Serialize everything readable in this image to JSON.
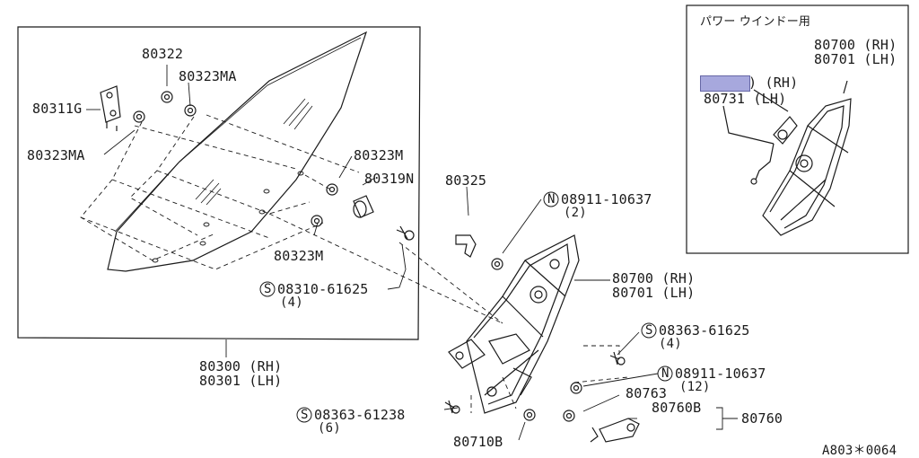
{
  "labels": {
    "p80322": "80322",
    "p80323MA_top": "80323MA",
    "p80311G": "80311G",
    "p80323MA_left": "80323MA",
    "p80323M_top": "80323M",
    "p80319N": "80319N",
    "p80323M_bottom": "80323M",
    "s08310": "08310-61625",
    "s08310_qty": "(4)",
    "p80325": "80325",
    "n08911_a": "08911-10637",
    "n08911_a_qty": "(2)",
    "p80700_rh": "80700 (RH)",
    "p80701_lh": "80701 (LH)",
    "s08363_a": "08363-61625",
    "s08363_a_qty": "(4)",
    "n08911_b": "08911-10637",
    "n08911_b_qty": "(12)",
    "p80763": "80763",
    "p80760B": "80760B",
    "p80760": "80760",
    "p80710B": "80710B",
    "s08363_b": "08363-61238",
    "s08363_b_qty": "(6)",
    "p80300_rh": "80300 (RH)",
    "p80301_lh": "80301 (LH)",
    "s_mark": "S",
    "n_mark": "N"
  },
  "inset": {
    "title": "パワー ウインドー用",
    "p80700_rh": "80700 (RH)",
    "p80701_lh": "80701 (LH)",
    "rh_suffix": ") (RH)",
    "p80731_lh": "80731 (LH)"
  },
  "figure_code": "A803＊0064",
  "colors": {
    "line": "#1a1a1a",
    "highlight": "#a7a8dd"
  }
}
